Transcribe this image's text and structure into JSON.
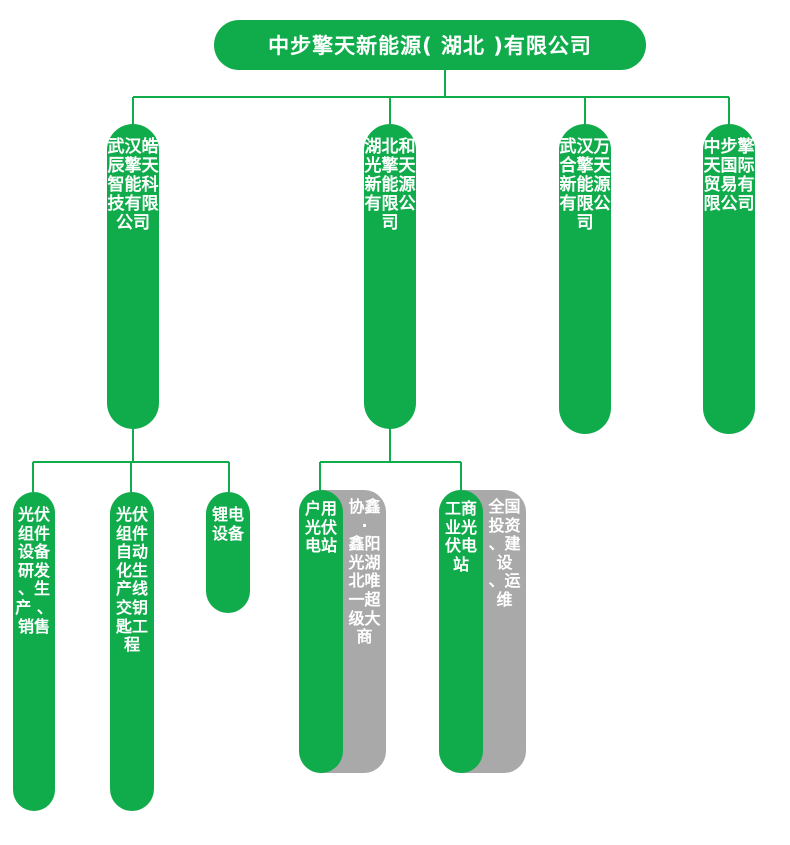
{
  "root": {
    "label": "中步擎天新能源( 湖北 )有限公司"
  },
  "companies": [
    {
      "label": "武汉皓辰擎天智能科技有限公司"
    },
    {
      "label": "湖北和光擎天新能源有限公司"
    },
    {
      "label": "武汉万合擎天新能源有限公司"
    },
    {
      "label": "中步擎天国际贸易有限公司"
    }
  ],
  "businesses": [
    {
      "label": "光伏组件设备研发 、生产 、销售"
    },
    {
      "label": "光伏组件自动化生产线交钥匙工程"
    },
    {
      "label": "锂电设备"
    },
    {
      "label": "户用光伏电站",
      "detail": [
        "协鑫",
        "·",
        "鑫阳光湖北唯一超级大商"
      ]
    },
    {
      "label": "工商业光伏电站",
      "detail": [
        "全国投资",
        "、建设",
        "、运维"
      ]
    }
  ],
  "colors": {
    "primary": "#10ac4c",
    "secondary": "#a9a9a9",
    "connector": "#10ac4c"
  }
}
